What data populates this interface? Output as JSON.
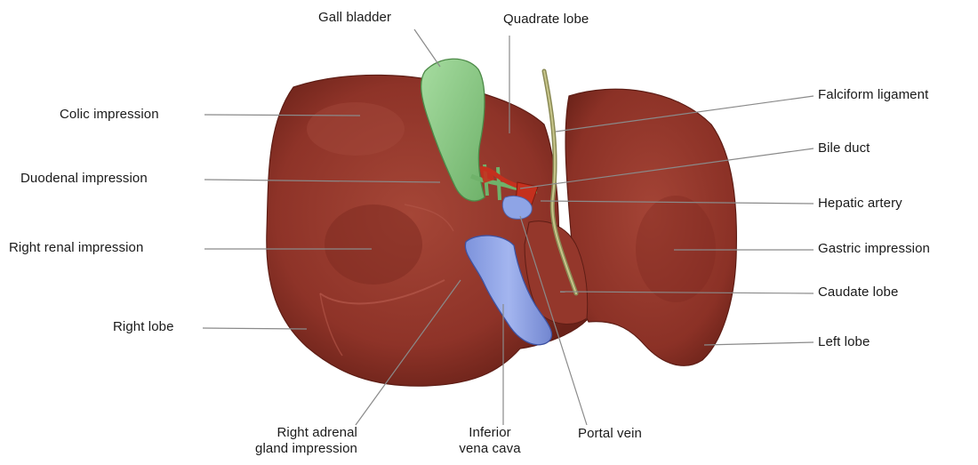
{
  "labels": {
    "gall_bladder": "Gall bladder",
    "quadrate_lobe": "Quadrate lobe",
    "colic_impression": "Colic impression",
    "duodenal_impression": "Duodenal impression",
    "right_renal_impression": "Right renal impression",
    "right_lobe": "Right lobe",
    "falciform_ligament": "Falciform ligament",
    "bile_duct": "Bile duct",
    "hepatic_artery": "Hepatic artery",
    "gastric_impression": "Gastric impression",
    "caudate_lobe": "Caudate lobe",
    "left_lobe": "Left lobe",
    "right_adrenal_line1": "Right adrenal",
    "right_adrenal_line2": "gland impression",
    "ivc_line1": "Inferior",
    "ivc_line2": "vena cava",
    "portal_vein": "Portal vein"
  },
  "colors": {
    "liver": "#8e3328",
    "liver_dark": "#6e231b",
    "liver_light": "#a8473a",
    "gall_bladder": "#8fce8a",
    "vena_cava": "#8ea4e6",
    "hepatic_artery": "#c4301e",
    "leader_line": "#8a8a8a"
  }
}
